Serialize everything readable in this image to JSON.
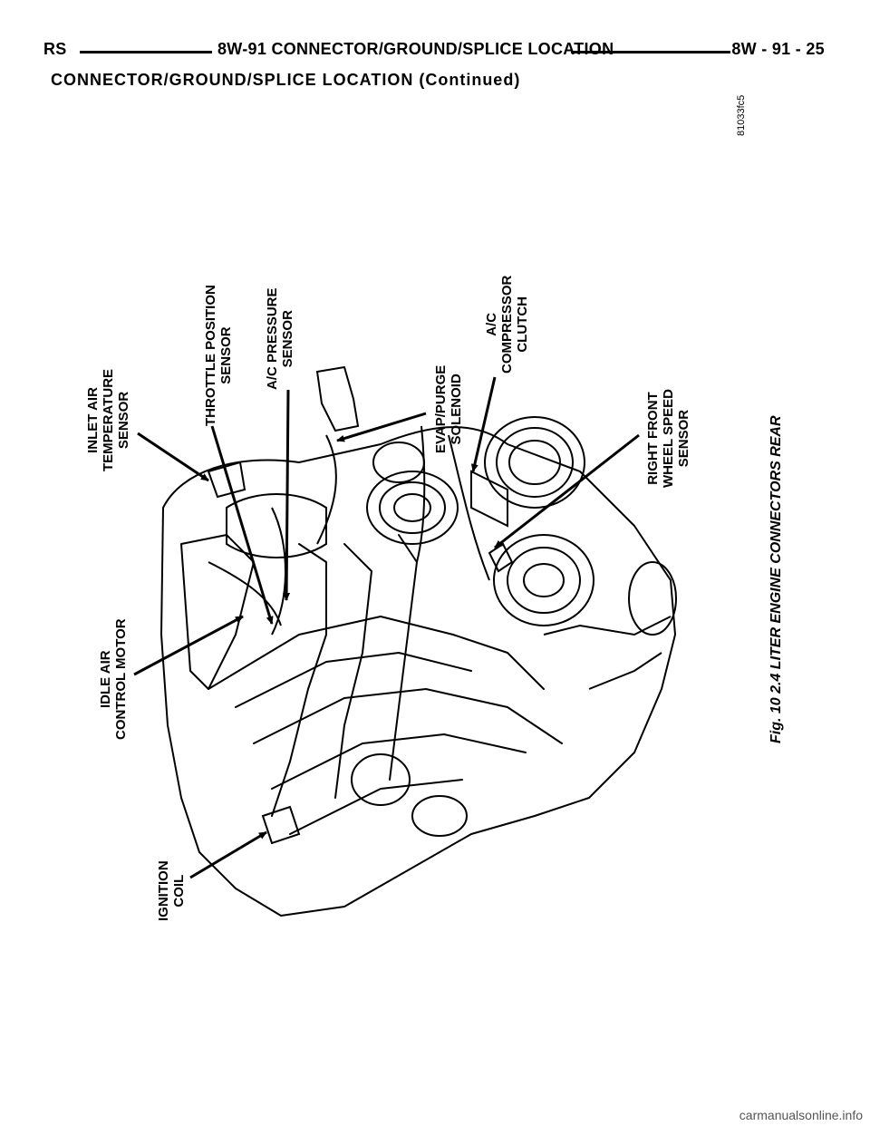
{
  "header": {
    "left": "RS",
    "center": "8W-91 CONNECTOR/GROUND/SPLICE LOCATION",
    "right": "8W - 91 - 25"
  },
  "subtitle": "CONNECTOR/GROUND/SPLICE LOCATION (Continued)",
  "figure_code": "81033fc5",
  "callouts": {
    "inlet_air": "INLET AIR\nTEMPERATURE\nSENSOR",
    "throttle": "THROTTLE POSITION\nSENSOR",
    "ac_pressure": "A/C PRESSURE\nSENSOR",
    "evap": "EVAP/PURGE\nSOLENOID",
    "ac_compressor": "A/C\nCOMPRESSOR\nCLUTCH",
    "wheel_speed": "RIGHT FRONT\nWHEEL SPEED\nSENSOR",
    "idle_air": "IDLE AIR\nCONTROL MOTOR",
    "ignition": "IGNITION\nCOIL"
  },
  "caption": "Fig. 10 2.4 LITER ENGINE CONNECTORS REAR",
  "watermark": "carmanualsonline.info"
}
